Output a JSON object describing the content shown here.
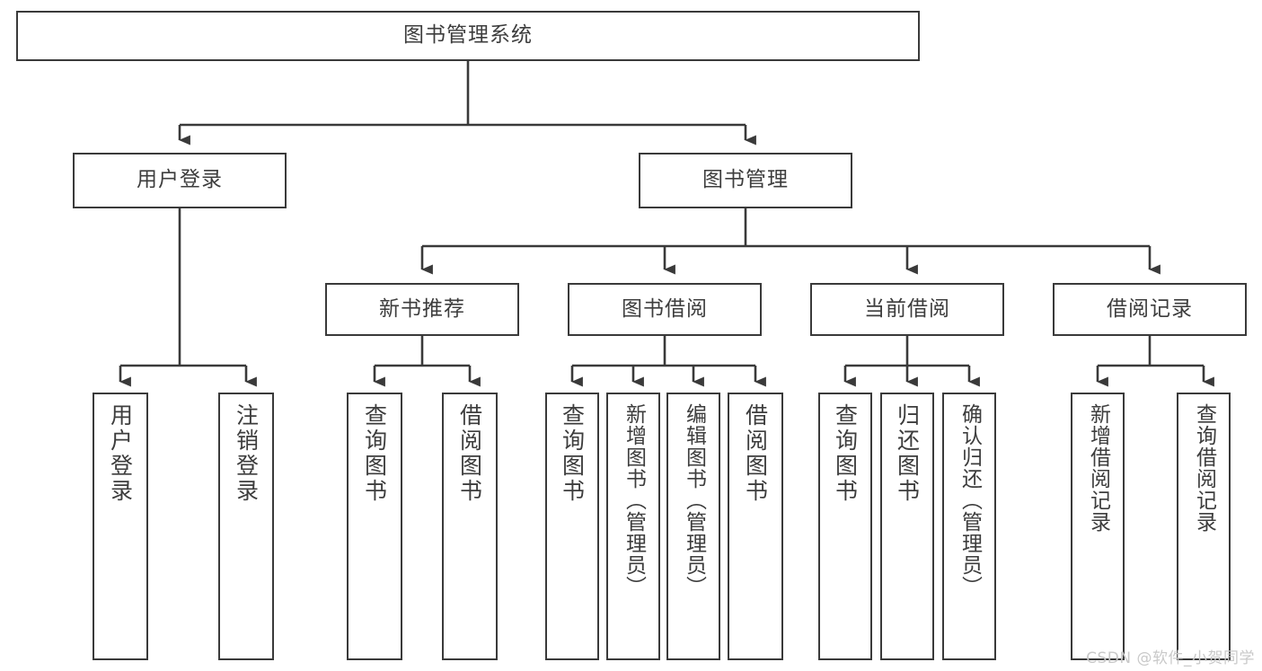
{
  "diagram": {
    "title": "图书管理系统",
    "type": "tree",
    "stroke_color": "#3a3a3a",
    "text_color": "#3d3d3d",
    "background_color": "#ffffff"
  },
  "root": {
    "label": "图书管理系统"
  },
  "level2": [
    {
      "label": "用户登录"
    },
    {
      "label": "图书管理"
    }
  ],
  "level3": [
    {
      "label": "新书推荐"
    },
    {
      "label": "图书借阅"
    },
    {
      "label": "当前借阅"
    },
    {
      "label": "借阅记录"
    }
  ],
  "leaves": {
    "user_login": [
      {
        "label": "用户登录"
      },
      {
        "label": "注销登录"
      }
    ],
    "new_book": [
      {
        "label": "查询图书"
      },
      {
        "label": "借阅图书"
      }
    ],
    "book_borrow": [
      {
        "label": "查询图书"
      },
      {
        "label": "新增图书（管理员）"
      },
      {
        "label": "编辑图书（管理员）"
      },
      {
        "label": "借阅图书"
      }
    ],
    "current_borrow": [
      {
        "label": "查询图书"
      },
      {
        "label": "归还图书"
      },
      {
        "label": "确认归还（管理员）"
      }
    ],
    "borrow_record": [
      {
        "label": "新增借阅记录"
      },
      {
        "label": "查询借阅记录"
      }
    ]
  },
  "watermark": {
    "text": "CSDN @软件_小贺同学"
  }
}
